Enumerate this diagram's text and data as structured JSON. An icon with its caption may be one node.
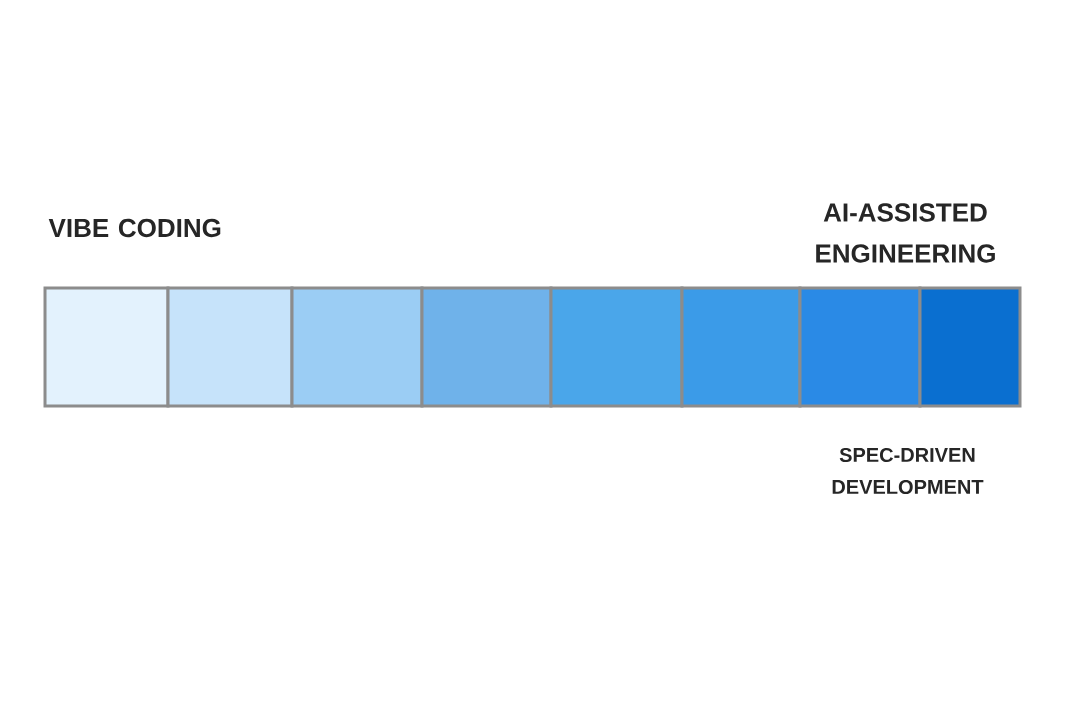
{
  "diagram": {
    "nodes": [
      {
        "text": [],
        "shape": "box"
      },
      {
        "text": [],
        "shape": "box"
      },
      {
        "text": [],
        "shape": "box"
      },
      {
        "text": [],
        "shape": "box"
      },
      {
        "text": [],
        "shape": "box"
      },
      {
        "text": [],
        "shape": "box"
      },
      {
        "text": [],
        "shape": "box"
      },
      {
        "text": [],
        "shape": "box"
      }
    ],
    "labels": [
      "VIBE CODING",
      "AI-ASSISTED ENGINEERING",
      "SPEC-DRIVEN DEVELOPMENT"
    ]
  }
}
